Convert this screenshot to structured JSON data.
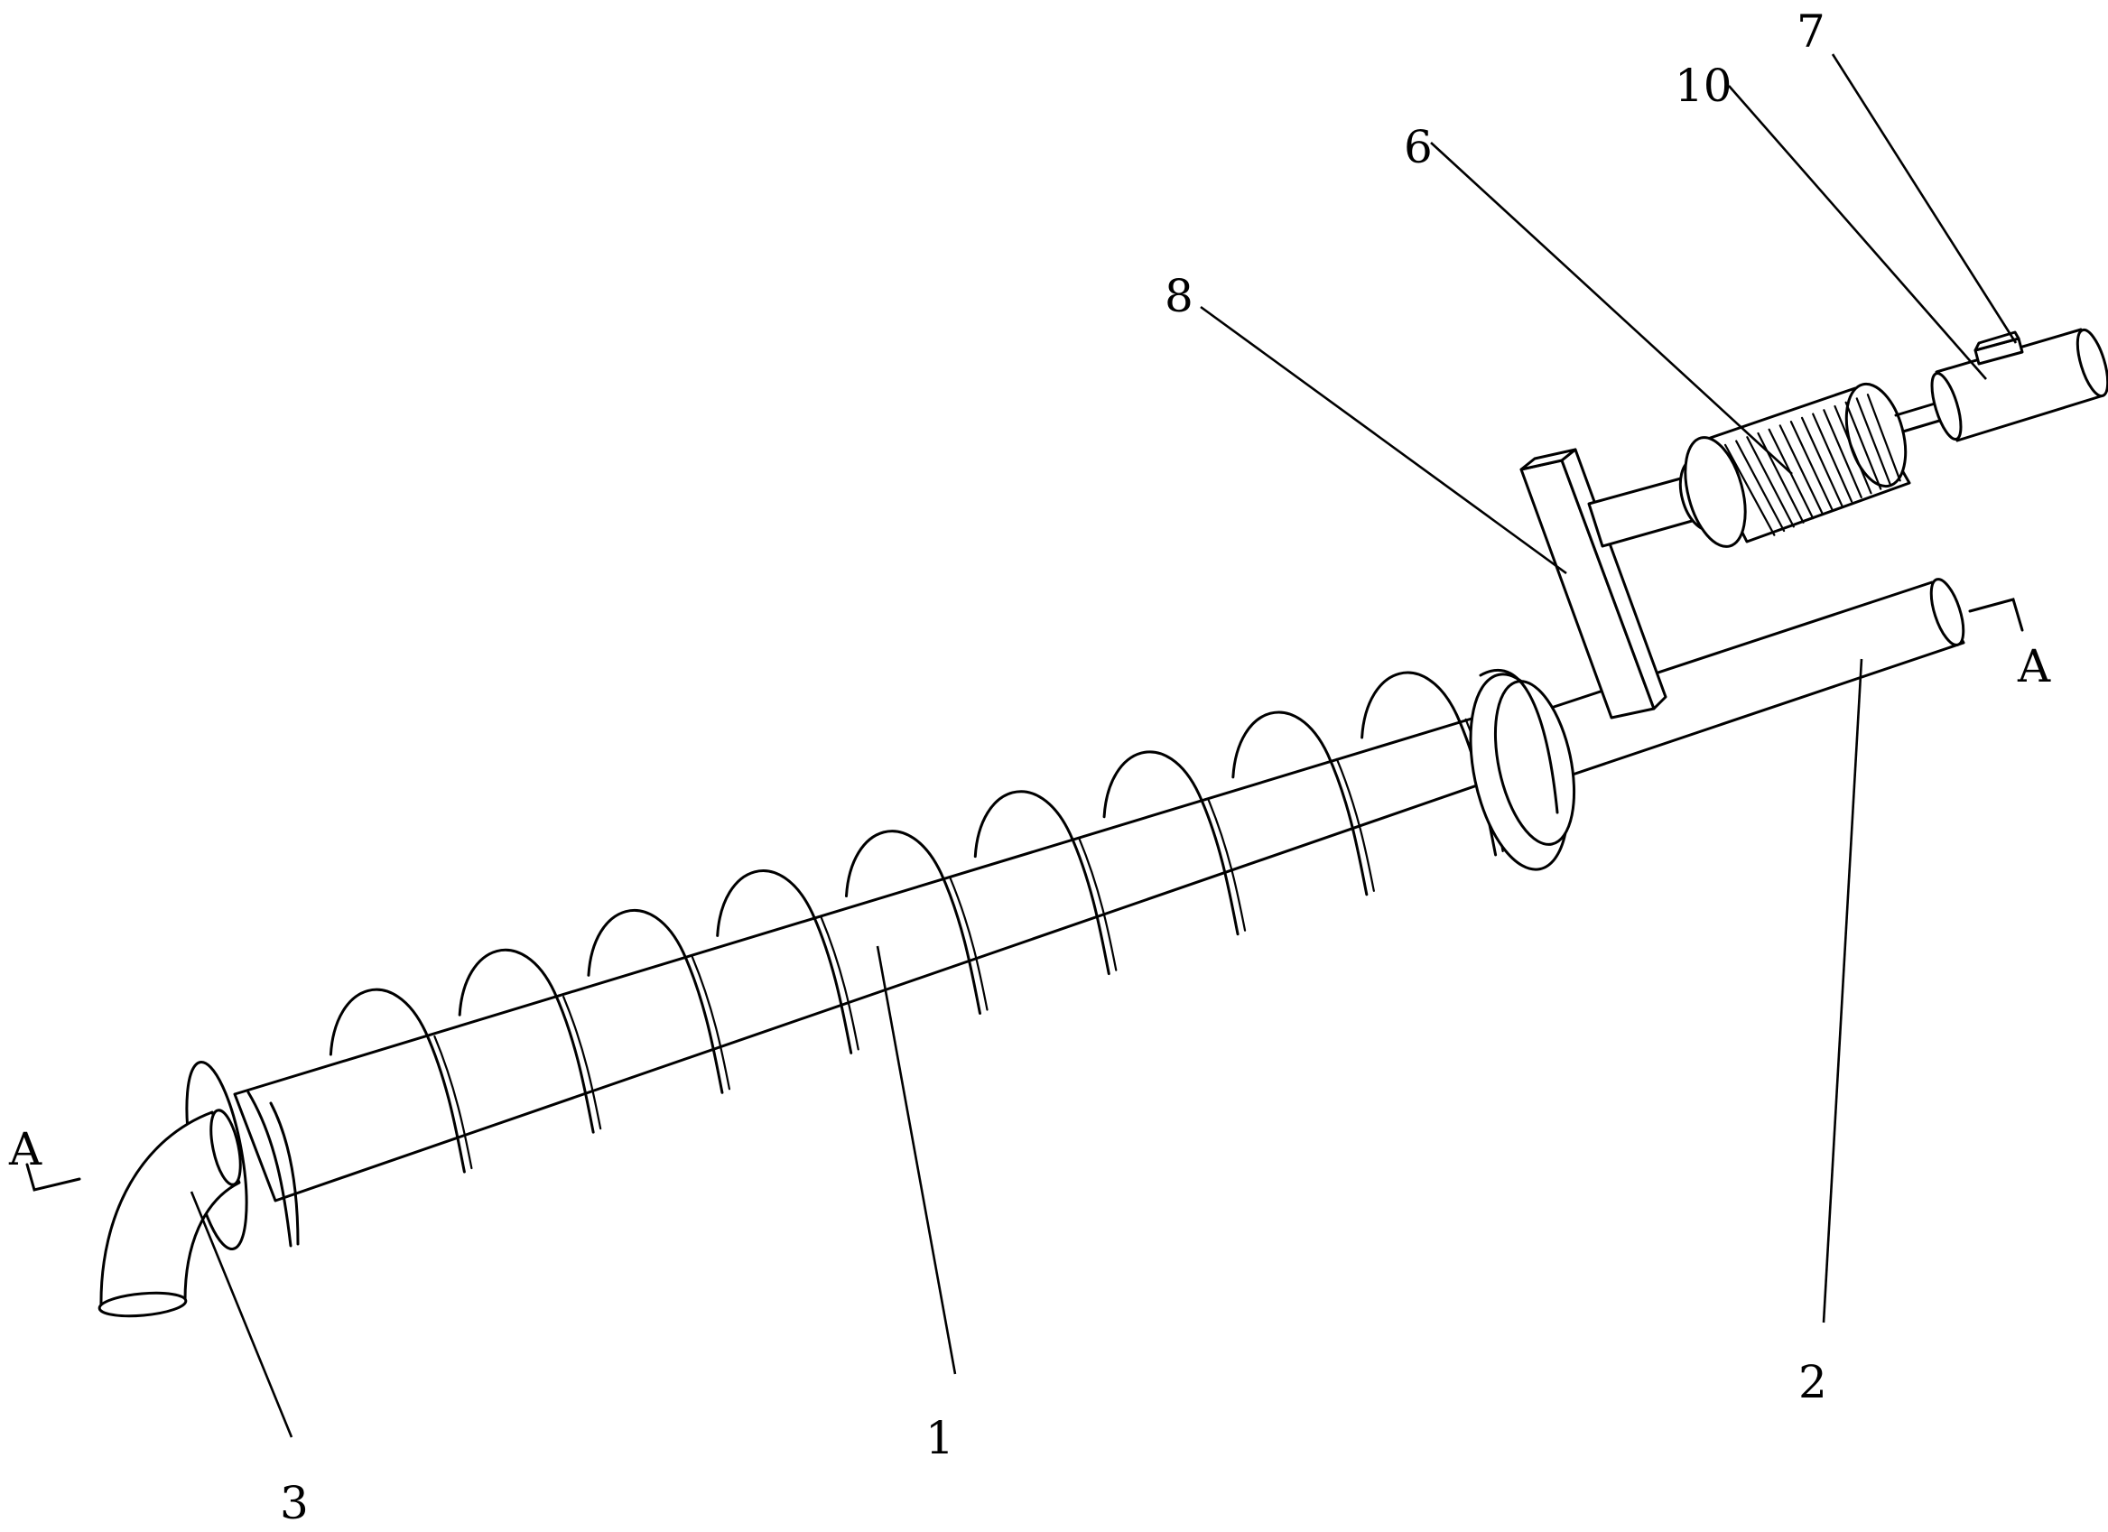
{
  "labels": {
    "part_1": "1",
    "part_2": "2",
    "part_3": "3",
    "part_6": "6",
    "part_7": "7",
    "part_8": "8",
    "part_10": "10",
    "section_left": "A",
    "section_right": "A"
  },
  "colors": {
    "stroke": "#000000",
    "background": "#ffffff"
  }
}
